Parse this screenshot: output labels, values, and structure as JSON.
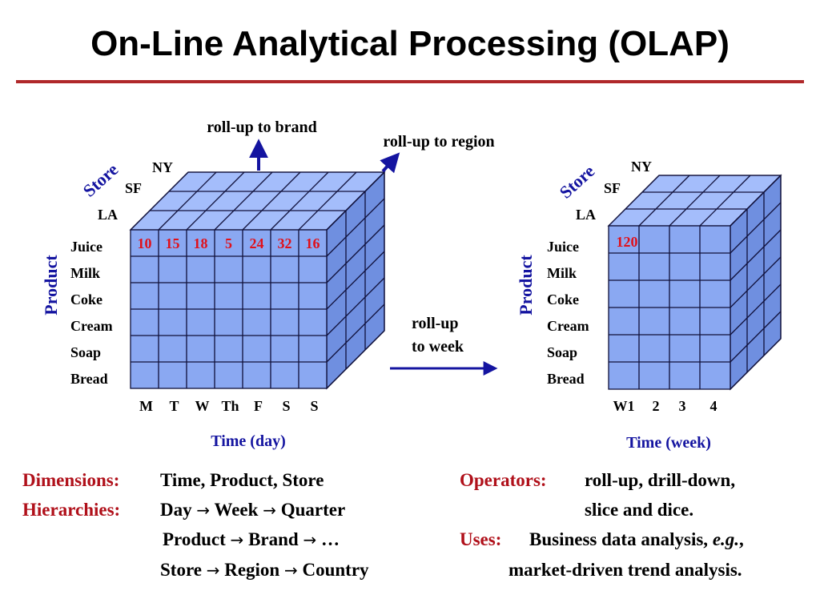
{
  "title": "On-Line Analytical Processing (OLAP)",
  "colors": {
    "rule": "#b0282a",
    "cube_front": "#8aa8f2",
    "cube_top": "#a4bdfb",
    "cube_side": "#6f8fe0",
    "axis_label": "#1414a0",
    "highlight": "#e0101a",
    "accent_text": "#b0101a"
  },
  "left_cube": {
    "store_label": "Store",
    "stores": [
      "NY",
      "SF",
      "LA"
    ],
    "product_label": "Product",
    "products": [
      "Juice",
      "Milk",
      "Coke",
      "Cream",
      "Soap",
      "Bread"
    ],
    "days": [
      "M",
      "T",
      "W",
      "Th",
      "F",
      "S",
      "S"
    ],
    "time_label": "Time (day)",
    "juice_values": [
      "10",
      "15",
      "18",
      "5",
      "24",
      "32",
      "16"
    ],
    "rollup_brand": "roll-up to brand",
    "rollup_region": "roll-up to region"
  },
  "middle": {
    "rollup_line1": "roll-up",
    "rollup_line2": "to week"
  },
  "right_cube": {
    "store_label": "Store",
    "stores": [
      "NY",
      "SF",
      "LA"
    ],
    "product_label": "Product",
    "products": [
      "Juice",
      "Milk",
      "Coke",
      "Cream",
      "Soap",
      "Bread"
    ],
    "weeks": [
      "W1",
      "2",
      "3",
      "4"
    ],
    "time_label": "Time (week)",
    "juice_value": "120"
  },
  "bottom": {
    "dimensions_label": "Dimensions:",
    "dimensions_value": "Time, Product, Store",
    "hierarchies_label": "Hierarchies:",
    "hier_time": [
      "Day",
      "Week",
      "Quarter"
    ],
    "hier_product": [
      "Product",
      "Brand",
      "…"
    ],
    "hier_store": [
      "Store",
      "Region",
      "Country"
    ],
    "operators_label": "Operators:",
    "operators_line1": "roll-up, drill-down,",
    "operators_line2": "slice and dice.",
    "uses_label": "Uses:",
    "uses_line1_pre": "Business data analysis, ",
    "uses_line1_eg": "e.g.",
    "uses_line1_post": ",",
    "uses_line2": "market-driven trend analysis."
  }
}
